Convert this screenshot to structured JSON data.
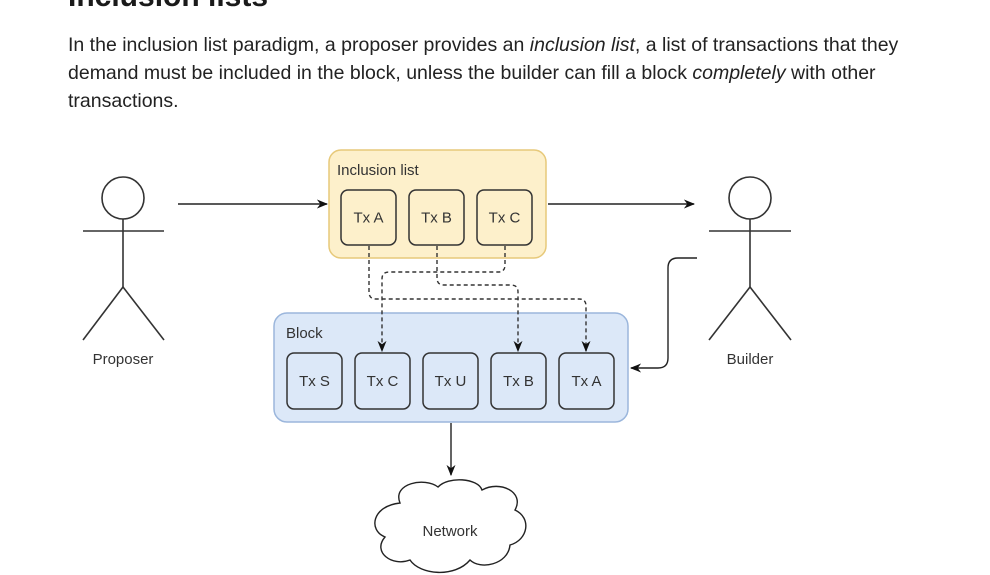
{
  "document": {
    "heading": "Inclusion lists",
    "paragraph": {
      "part1": "In the inclusion list paradigm, a proposer provides an ",
      "em1": "inclusion list",
      "part2": ", a list of transactions that they demand must be included in the block, unless the builder can fill a block ",
      "em2": "completely",
      "part3": " with other transactions."
    }
  },
  "diagram": {
    "actors": {
      "proposer": "Proposer",
      "builder": "Builder"
    },
    "inclusion_list": {
      "title": "Inclusion list",
      "items": [
        "Tx A",
        "Tx B",
        "Tx C"
      ],
      "fill": "#fdf0cb",
      "stroke": "#e7c97a"
    },
    "block": {
      "title": "Block",
      "items": [
        "Tx S",
        "Tx C",
        "Tx U",
        "Tx B",
        "Tx A"
      ],
      "fill": "#dce8f8",
      "stroke": "#9bb6dc"
    },
    "network": {
      "label": "Network"
    },
    "edges": [
      {
        "from": "Proposer",
        "to": "Inclusion list",
        "style": "solid"
      },
      {
        "from": "Inclusion list",
        "to": "Builder",
        "style": "solid"
      },
      {
        "from": "Builder",
        "to": "Block",
        "style": "solid"
      },
      {
        "from": "Inclusion list.Tx A",
        "to": "Block.Tx A",
        "style": "dashed"
      },
      {
        "from": "Inclusion list.Tx B",
        "to": "Block.Tx B",
        "style": "dashed"
      },
      {
        "from": "Inclusion list.Tx C",
        "to": "Block.Tx C",
        "style": "dashed"
      },
      {
        "from": "Block",
        "to": "Network",
        "style": "solid"
      }
    ]
  }
}
